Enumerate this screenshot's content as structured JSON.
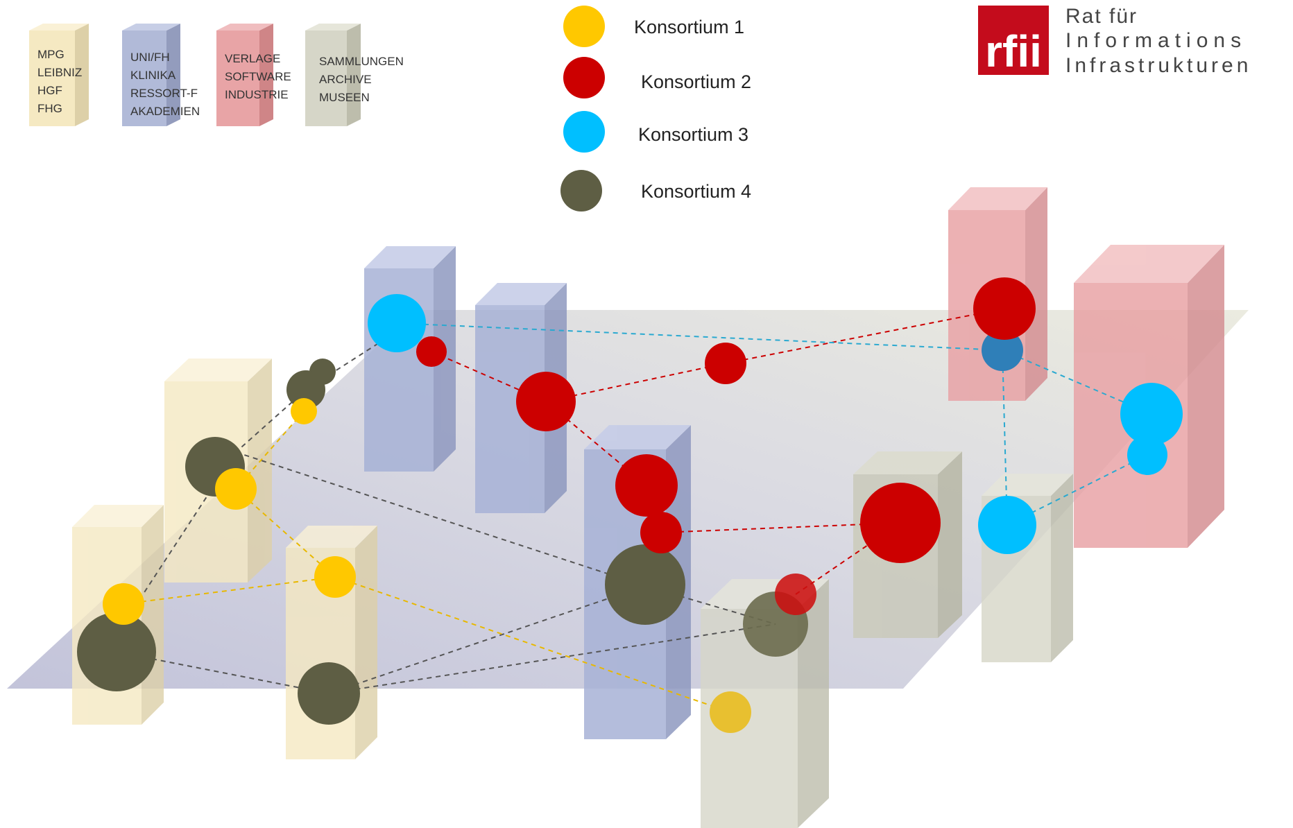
{
  "legend_boxes": [
    {
      "lines": [
        "MPG",
        "LEIBNIZ",
        "HGF",
        "FHG"
      ],
      "color": "#f5e9c2"
    },
    {
      "lines": [
        "UNI/FH",
        "KLINIKA",
        "RESSORT-F",
        "AKADEMIEN"
      ],
      "color": "#b1bad8"
    },
    {
      "lines": [
        "VERLAGE",
        "SOFTWARE",
        "INDUSTRIE"
      ],
      "color": "#e8a4a6"
    },
    {
      "lines": [
        "SAMMLUNGEN",
        "ARCHIVE",
        "MUSEEN"
      ],
      "color": "#d6d6c8"
    }
  ],
  "consortia": [
    {
      "label": "Konsortium 1",
      "color": "#ffc800"
    },
    {
      "label": "Konsortium 2",
      "color": "#cc0000"
    },
    {
      "label": "Konsortium 3",
      "color": "#00bfff"
    },
    {
      "label": "Konsortium 4",
      "color": "#5e5e44"
    }
  ],
  "logo": {
    "mark": "rfii",
    "line1": "Rat für",
    "line2": "Informations",
    "line3": "Infrastrukturen",
    "color": "#c40c1c"
  }
}
